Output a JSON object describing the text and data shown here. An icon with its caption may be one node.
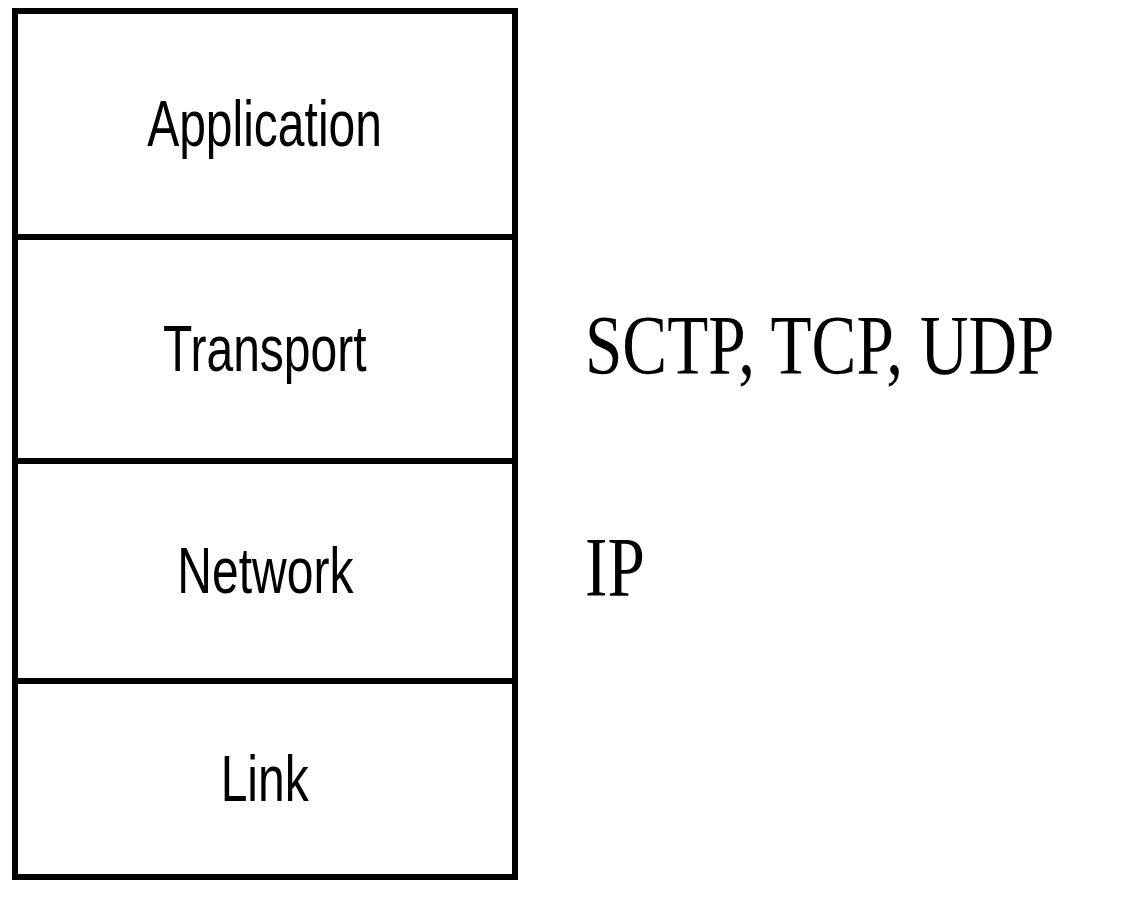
{
  "diagram": {
    "nodes": [
      {
        "text": [
          "Application"
        ]
      },
      {
        "text": [
          "Transport"
        ],
        "beside": [
          "SCTP, TCP, UDP"
        ]
      },
      {
        "text": [
          "Network"
        ],
        "beside": [
          "IP"
        ]
      },
      {
        "text": [
          "Link"
        ]
      }
    ]
  }
}
